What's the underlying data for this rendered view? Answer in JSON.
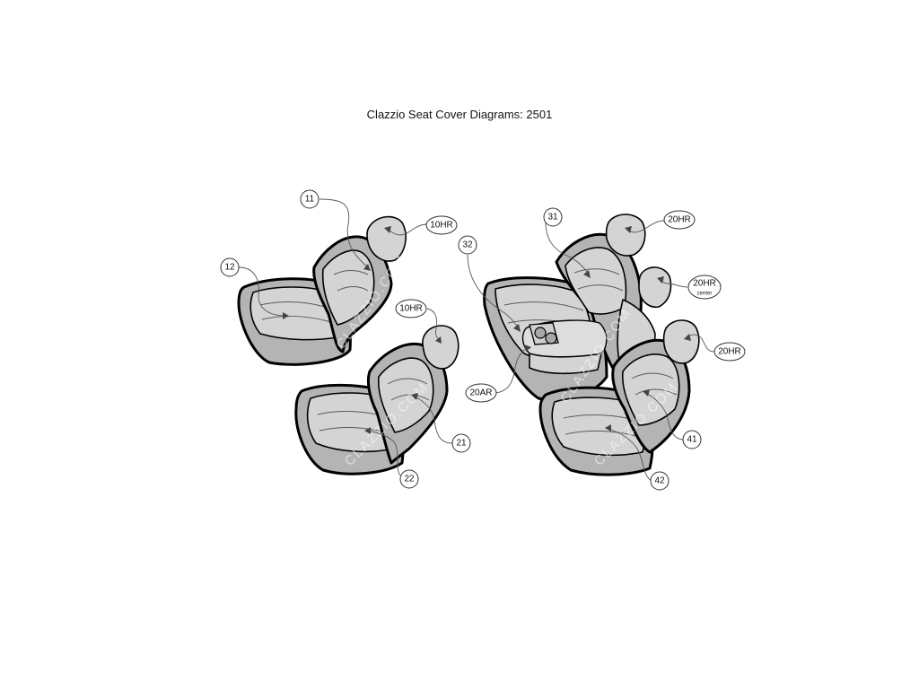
{
  "title": "Clazzio Seat Cover Diagrams: 2501",
  "watermark": "CLAZZIO.COM",
  "callouts": {
    "c11": "11",
    "c12": "12",
    "c10hr_a": "10HR",
    "c10hr_b": "10HR",
    "c21": "21",
    "c22": "22",
    "c31": "31",
    "c32": "32",
    "c20hr_a": "20HR",
    "c20hr_center": "20HR",
    "c20hr_center_sub": "center",
    "c20hr_b": "20HR",
    "c20ar": "20AR",
    "c41": "41",
    "c42": "42"
  }
}
